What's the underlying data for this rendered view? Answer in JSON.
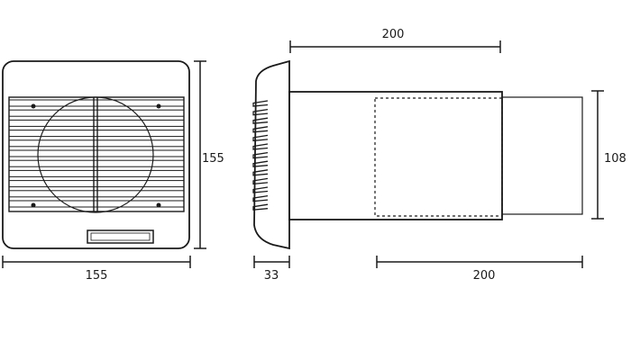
{
  "dimensions": {
    "front_width": "155",
    "front_height": "155",
    "duct_length_top": "200",
    "flange_depth": "33",
    "duct_length_bottom": "200",
    "duct_diameter": "108"
  },
  "colors": {
    "line": "#1a1a1a",
    "background": "#ffffff"
  }
}
